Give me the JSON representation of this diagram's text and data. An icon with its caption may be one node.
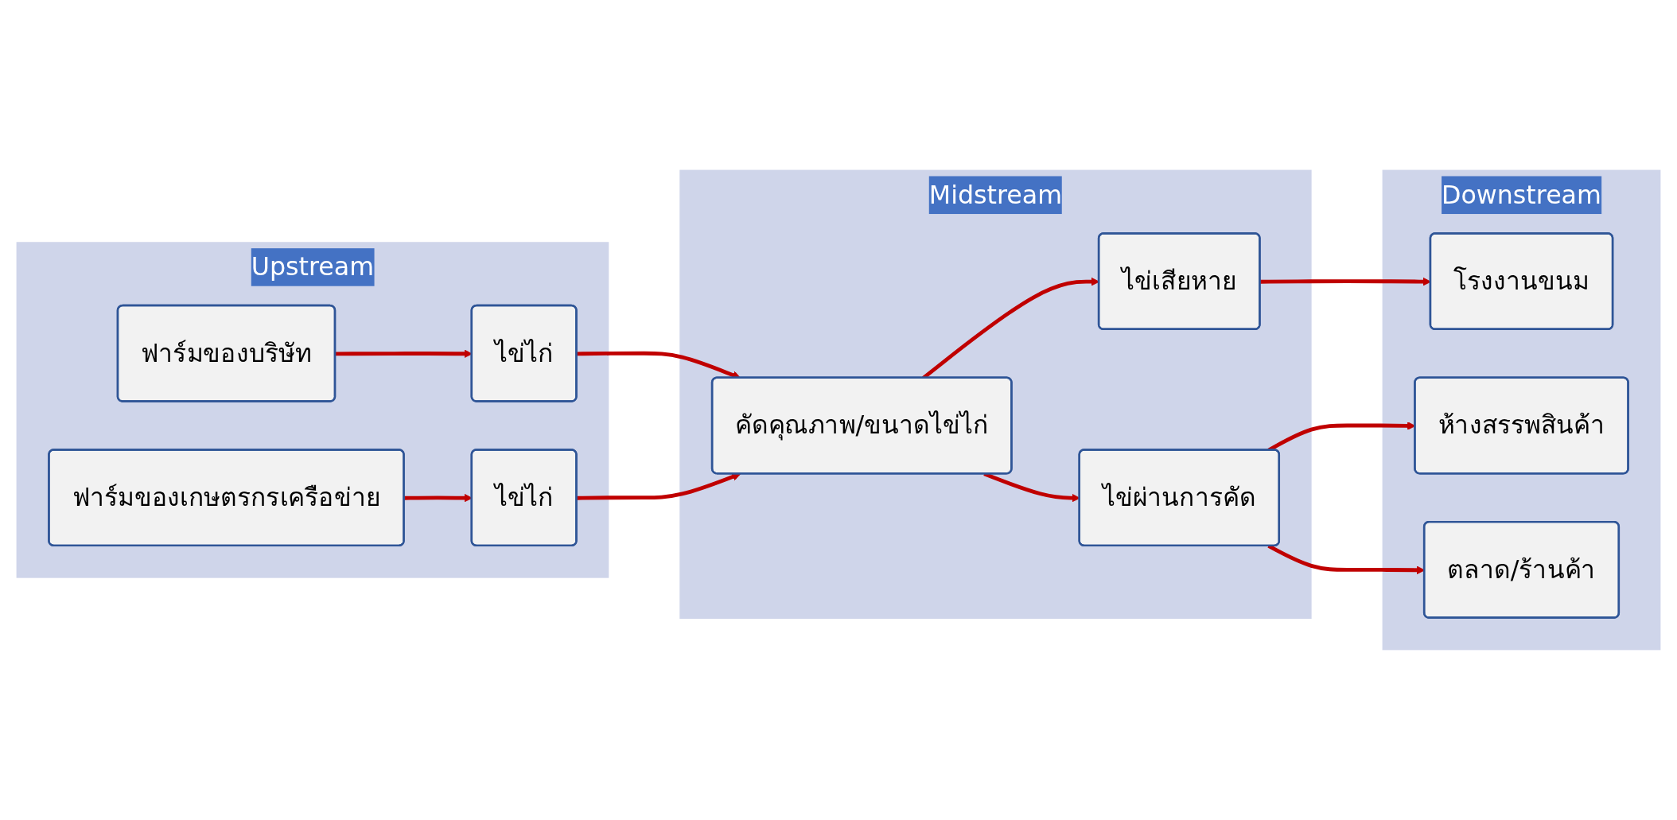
{
  "diagram": {
    "nodes": [
      {
        "text": [
          "Upstream"
        ]
      },
      {
        "text": [
          "ฟาร์มของบริษัท"
        ],
        "in": 0
      },
      {
        "text": [
          "ไข่ไก่"
        ],
        "in": 0
      },
      {
        "text": [
          "ไข่ไก่"
        ],
        "in": 0
      },
      {
        "text": [
          "ฟาร์มของเกษตรกรเครือข่าย"
        ],
        "in": 0
      },
      {
        "text": [
          "Midstream"
        ]
      },
      {
        "text": [
          "ไข่เสียหาย"
        ],
        "in": 5
      },
      {
        "text": [
          "คัดคุณภาพ/ขนาดไข่ไก่"
        ],
        "in": 5
      },
      {
        "text": [
          "ไข่ผ่านการคัด"
        ],
        "in": 5
      },
      {
        "text": [
          "Downstream"
        ]
      },
      {
        "text": [
          "โรงงานขนม"
        ],
        "in": 9
      },
      {
        "text": [
          "ห้างสรรพสินค้า"
        ],
        "in": 9
      },
      {
        "text": [
          "ตลาด/ร้านค้า"
        ],
        "in": 9
      }
    ],
    "edges": [
      {
        "from": 1,
        "to": 2,
        "arrow": "to"
      },
      {
        "from": 4,
        "to": 3,
        "arrow": "to"
      },
      {
        "from": 2,
        "to": 7,
        "arrow": "to"
      },
      {
        "from": 3,
        "to": 7,
        "arrow": "to"
      },
      {
        "from": 7,
        "to": 6,
        "arrow": "to"
      },
      {
        "from": 7,
        "to": 8,
        "arrow": "to"
      },
      {
        "from": 6,
        "to": 10,
        "arrow": "to"
      },
      {
        "from": 8,
        "to": 11,
        "arrow": "to"
      },
      {
        "from": 8,
        "to": 12,
        "arrow": "to"
      }
    ]
  }
}
